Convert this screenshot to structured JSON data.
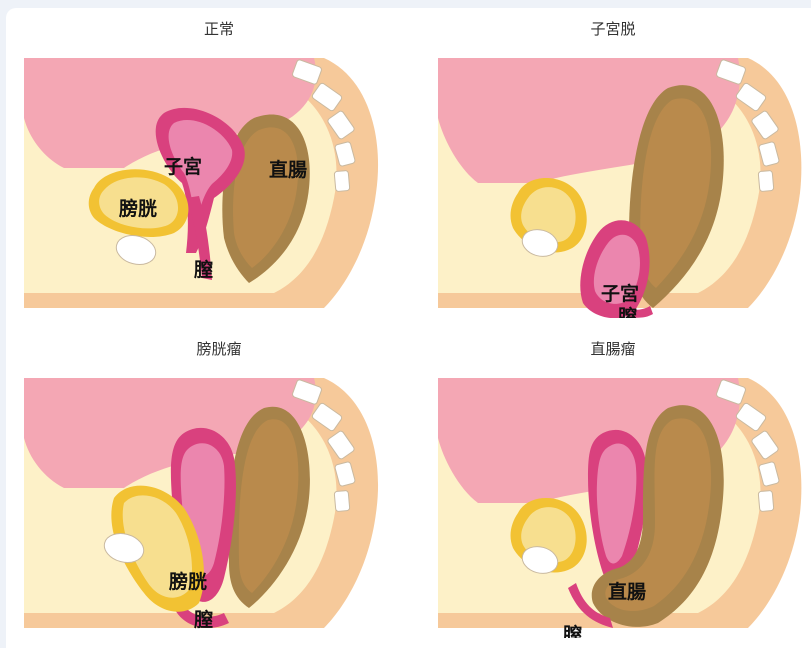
{
  "panels": [
    {
      "title": "正常",
      "labels": {
        "uterus": "子宮",
        "rectum": "直腸",
        "bladder": "膀胱",
        "vagina": "膣"
      }
    },
    {
      "title": "子宮脱",
      "labels": {
        "uterus": "子宮",
        "vagina": "膣"
      }
    },
    {
      "title": "膀胱瘤",
      "labels": {
        "bladder": "膀胱",
        "vagina": "膣"
      }
    },
    {
      "title": "直腸瘤",
      "labels": {
        "rectum": "直腸",
        "vagina": "膣"
      }
    }
  ],
  "colors": {
    "skin": "#f6c99a",
    "pelvic_fill": "#fdf1c8",
    "abdomen_pink": "#f4a7b4",
    "uterus": "#d9417e",
    "uterus_light": "#eb86ae",
    "rectum_outer": "#a7834a",
    "rectum_inner": "#b98a4c",
    "bladder_rim": "#f2c233",
    "bladder_inner": "#f7df8f",
    "bone": "#ffffff",
    "outline": "#5a4a3a"
  }
}
